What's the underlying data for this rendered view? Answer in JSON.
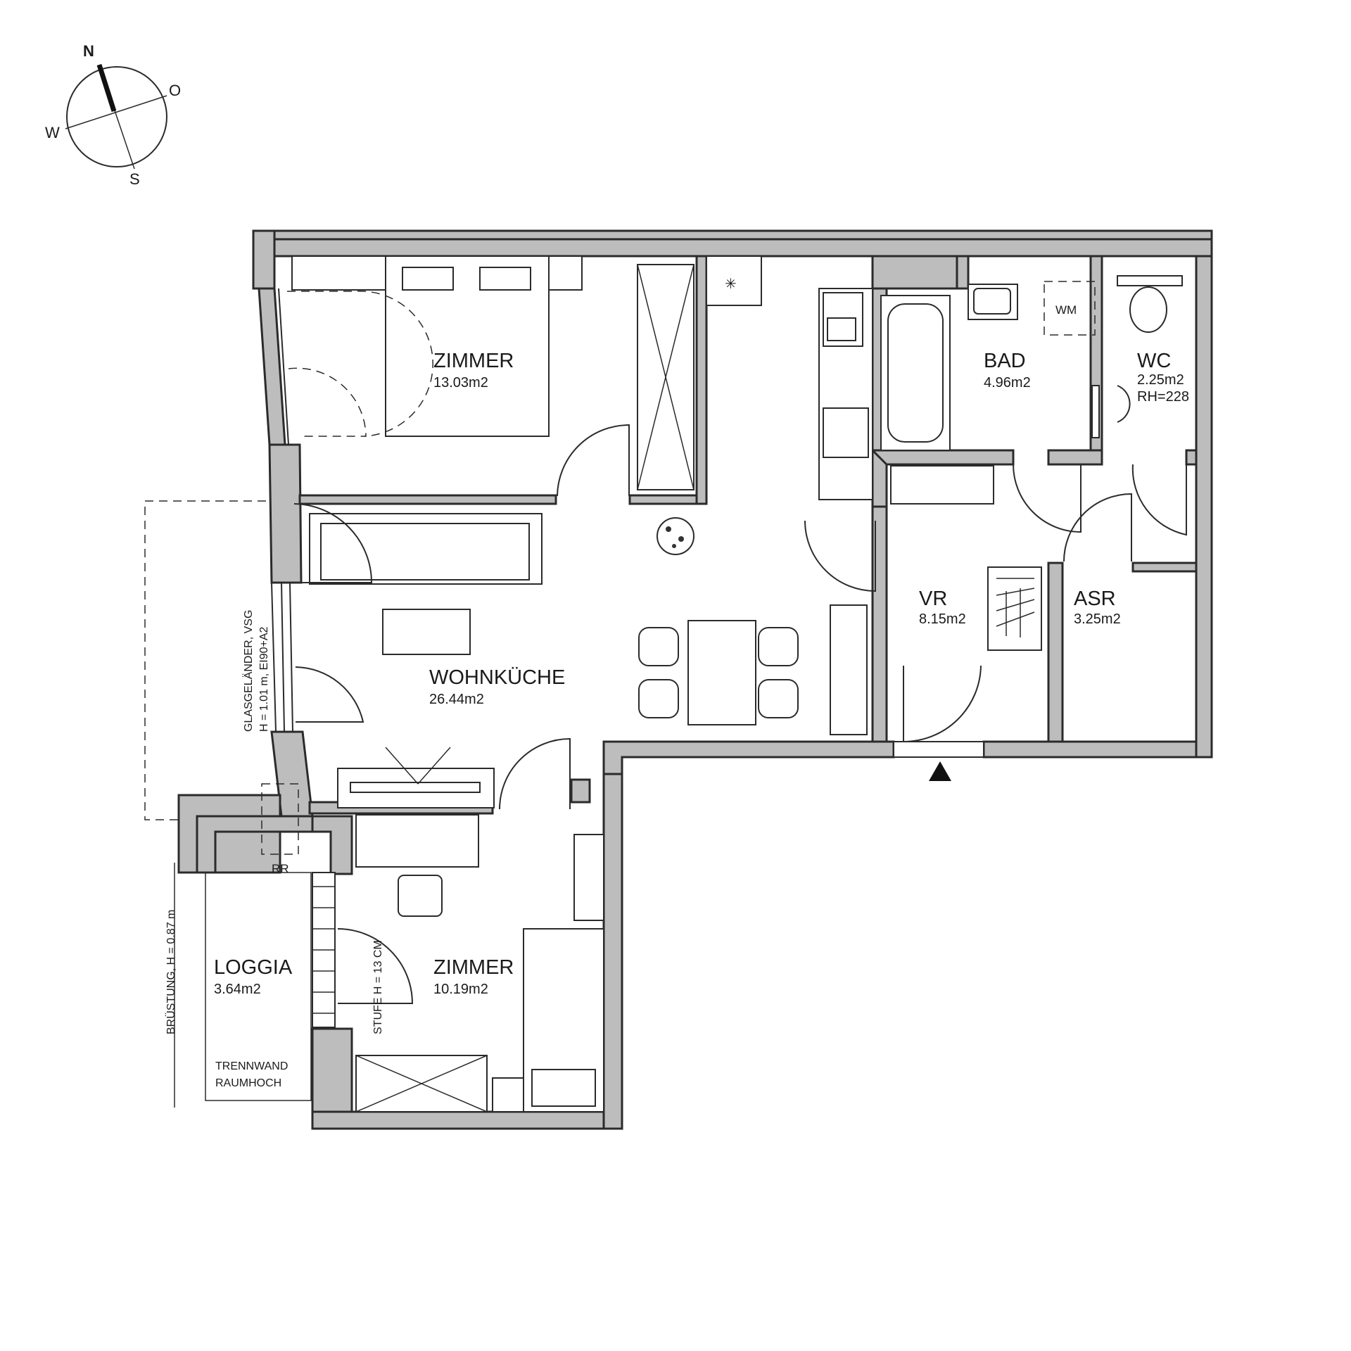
{
  "compass": {
    "north": "N",
    "east": "O",
    "south": "S",
    "west": "W"
  },
  "rooms": [
    {
      "id": "zimmer-north",
      "name": "ZIMMER",
      "area": "13.03m2"
    },
    {
      "id": "wohnkueche",
      "name": "WOHNKÜCHE",
      "area": "26.44m2"
    },
    {
      "id": "bad",
      "name": "BAD",
      "area": "4.96m2"
    },
    {
      "id": "wc",
      "name": "WC",
      "area": "2.25m2",
      "extra": "RH=228"
    },
    {
      "id": "vr",
      "name": "VR",
      "area": "8.15m2"
    },
    {
      "id": "asr",
      "name": "ASR",
      "area": "3.25m2"
    },
    {
      "id": "zimmer-south",
      "name": "ZIMMER",
      "area": "10.19m2"
    },
    {
      "id": "loggia",
      "name": "LOGGIA",
      "area": "3.64m2"
    }
  ],
  "labels": {
    "wm": "WM",
    "rr": "RR",
    "glass_railing_line1": "GLASGELÄNDER, VSG",
    "glass_railing_line2": "H = 1.01 m, EI90+A2",
    "parapet": "BRÜSTUNG, H = 0.87 m",
    "step": "STUFE H = 13 CM",
    "partition_line1": "TRENNWAND",
    "partition_line2": "RAUMHOCH"
  }
}
